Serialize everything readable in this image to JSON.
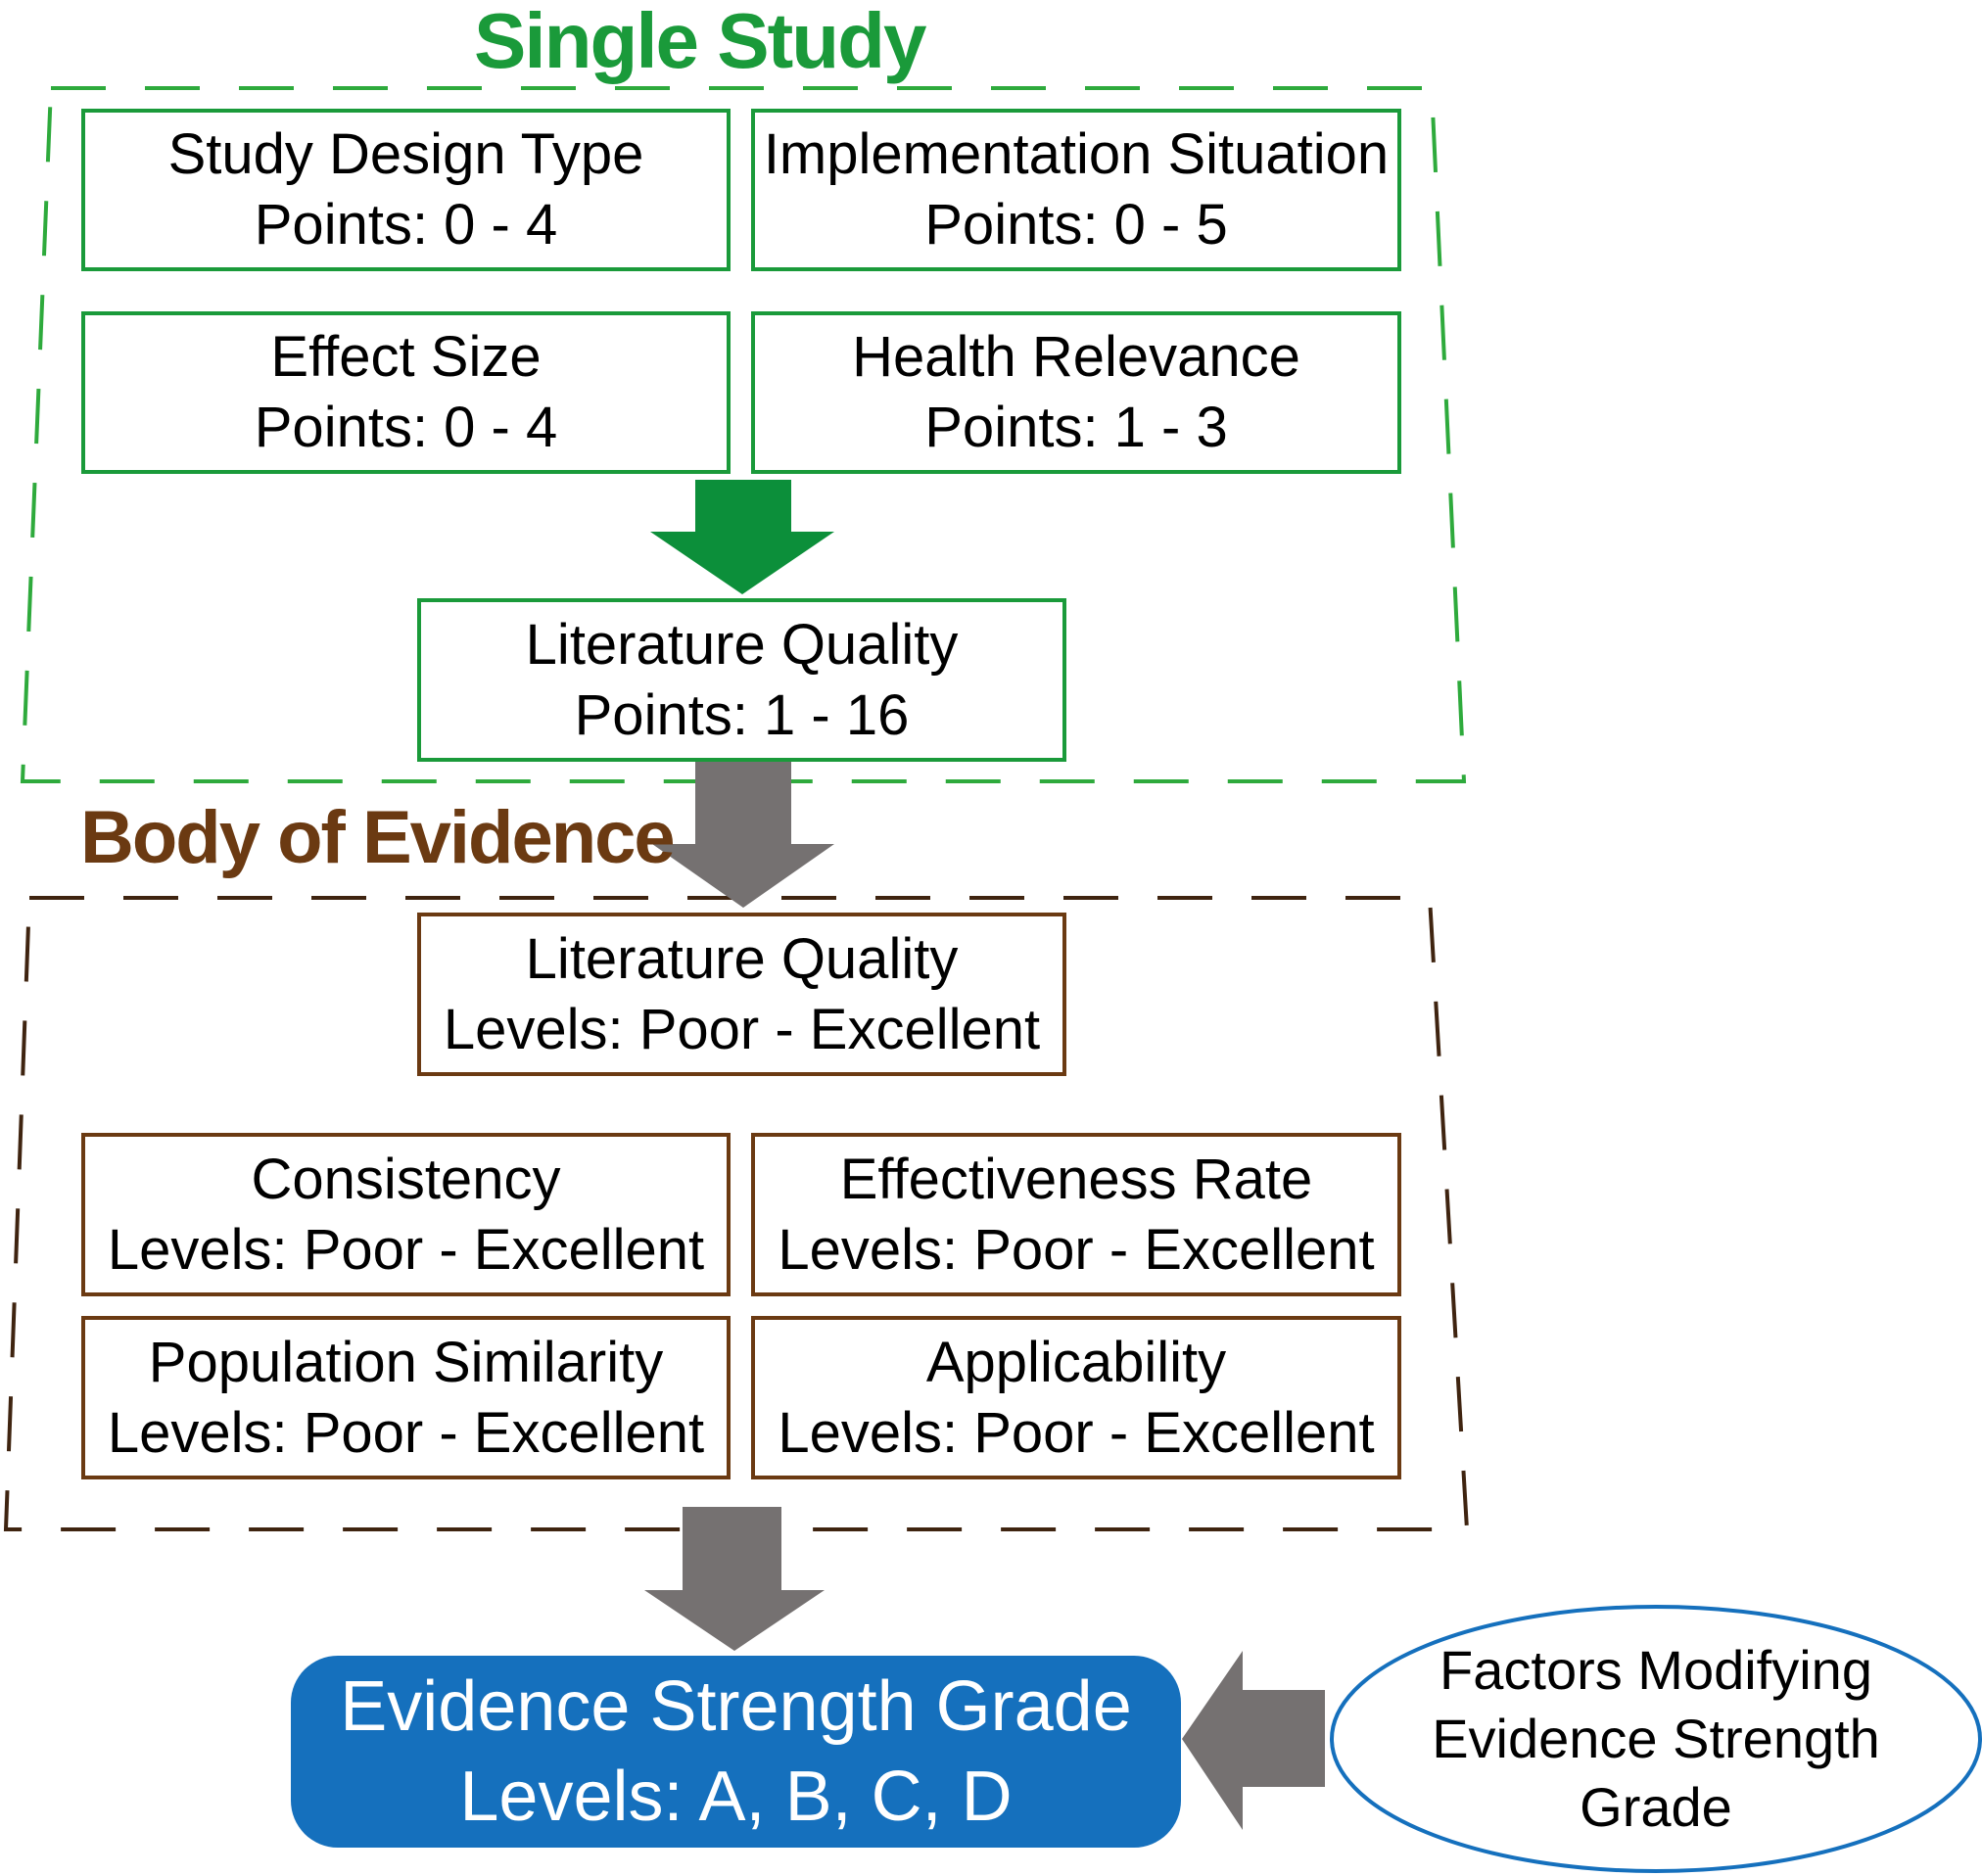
{
  "sections": {
    "single_study": {
      "title": "Single Study",
      "color": "#1a9a3a",
      "boxes": [
        {
          "label": "Study Design Type",
          "range": "Points: 0 - 4"
        },
        {
          "label": "Implementation Situation",
          "range": "Points: 0 - 5"
        },
        {
          "label": "Effect Size",
          "range": "Points: 0 - 4"
        },
        {
          "label": "Health Relevance",
          "range": "Points: 1 - 3"
        }
      ],
      "result": {
        "label": "Literature Quality",
        "range": "Points: 1 - 16"
      }
    },
    "body_of_evidence": {
      "title": "Body of Evidence",
      "color": "#6b3a12",
      "top": {
        "label": "Literature Quality",
        "range": "Levels: Poor - Excellent"
      },
      "boxes": [
        {
          "label": "Consistency",
          "range": "Levels: Poor - Excellent"
        },
        {
          "label": "Effectiveness Rate",
          "range": "Levels: Poor - Excellent"
        },
        {
          "label": "Population Similarity",
          "range": "Levels: Poor - Excellent"
        },
        {
          "label": "Applicability",
          "range": "Levels: Poor - Excellent"
        }
      ]
    }
  },
  "outcome": {
    "label": "Evidence Strength Grade",
    "range": "Levels: A, B, C, D",
    "color": "#1570bd"
  },
  "modifier": {
    "line1": "Factors Modifying",
    "line2": "Evidence Strength",
    "line3": "Grade"
  },
  "arrows": {
    "green": "#0c8f3a",
    "grey": "#757171"
  }
}
